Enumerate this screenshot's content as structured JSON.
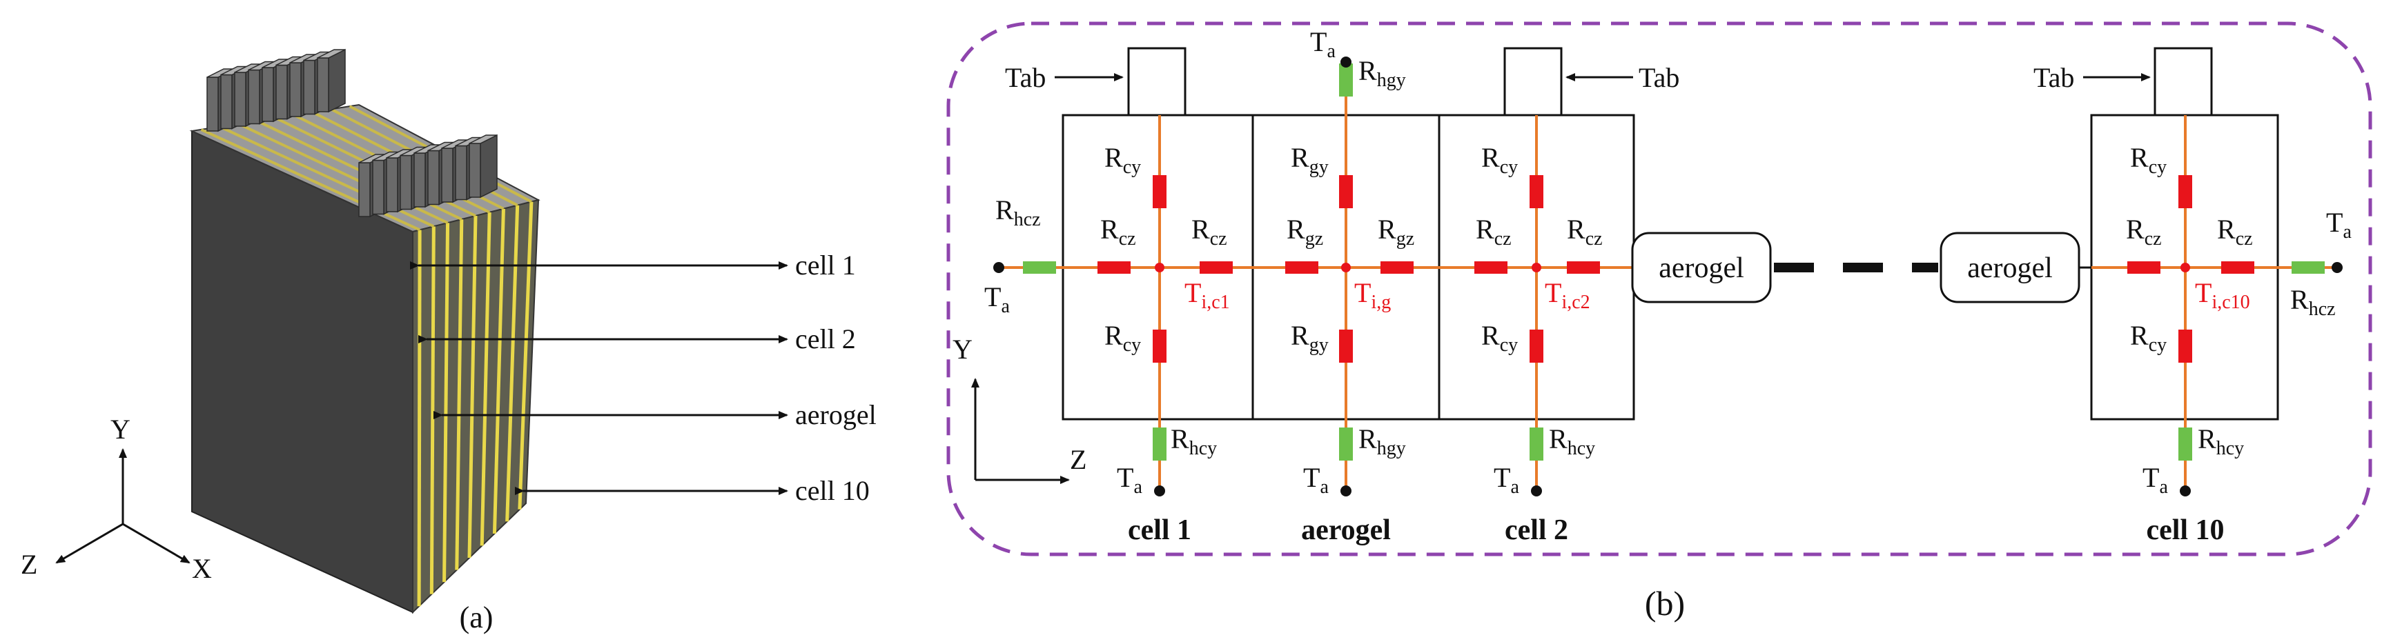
{
  "panel_a": {
    "caption": "(a)",
    "labels": {
      "cell1": "cell 1",
      "cell2": "cell 2",
      "aerogel": "aerogel",
      "cell10": "cell 10"
    },
    "axes": {
      "y": "Y",
      "z": "Z",
      "x": "X"
    }
  },
  "panel_b": {
    "caption": "(b)",
    "tab": "Tab",
    "aerogel_box": "aerogel",
    "axes": {
      "y": "Y",
      "z": "Z"
    },
    "ambient": {
      "base": "T",
      "sub": "a"
    },
    "r_cy": {
      "base": "R",
      "sub": "cy"
    },
    "r_cz": {
      "base": "R",
      "sub": "cz"
    },
    "r_gy": {
      "base": "R",
      "sub": "gy"
    },
    "r_gz": {
      "base": "R",
      "sub": "gz"
    },
    "r_hcz": {
      "base": "R",
      "sub": "hcz"
    },
    "r_hcy": {
      "base": "R",
      "sub": "hcy"
    },
    "r_hgy": {
      "base": "R",
      "sub": "hgy"
    },
    "nodes": {
      "c1": {
        "base": "T",
        "sub": "i,c1"
      },
      "g": {
        "base": "T",
        "sub": "i,g"
      },
      "c2": {
        "base": "T",
        "sub": "i,c2"
      },
      "c10": {
        "base": "T",
        "sub": "i,c10"
      }
    },
    "bottom_labels": {
      "cell1": "cell 1",
      "aerogel": "aerogel",
      "cell2": "cell 2",
      "cell10": "cell 10"
    }
  },
  "colors": {
    "internal_resistor": "#e8141b",
    "convective_resistor": "#6cc04a",
    "wire": "#e87b2a",
    "dashed_border": "#8e44ad"
  }
}
